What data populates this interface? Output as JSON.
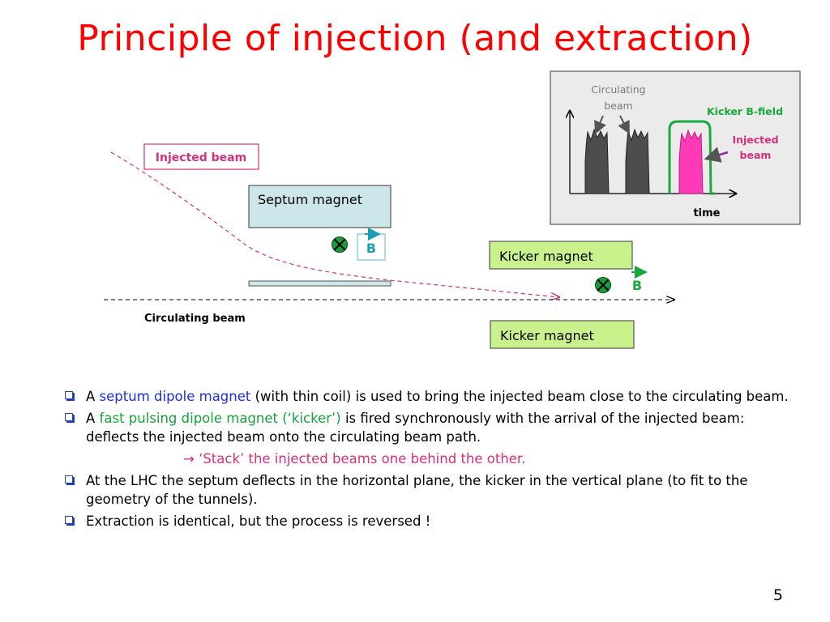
{
  "slide": {
    "title": "Principle of injection (and extraction)",
    "page_number": "5"
  },
  "diagram": {
    "injected_beam_label": "Injected beam",
    "septum_label": "Septum magnet",
    "b_label_septum": "B",
    "kicker_top_label": "Kicker magnet",
    "kicker_bottom_label": "Kicker magnet",
    "b_label_kicker": "B",
    "circulating_beam_label": "Circulating beam"
  },
  "inset": {
    "circulating_beam": "Circulating beam",
    "circulating_line1": "Circulating",
    "circulating_line2": "beam",
    "kicker_field": "Kicker B-field",
    "injected_line1": "Injected",
    "injected_line2": "beam",
    "time_label": "time"
  },
  "bullets": {
    "b1_a": "A ",
    "b1_b": "septum dipole  magnet",
    "b1_c": " (with thin coil) is used to bring the injected beam close to the circulating beam.",
    "b2_a": "A ",
    "b2_b": "fast pulsing dipole magnet (‘kicker’)",
    "b2_c": " is fired synchronously with the arrival of the injected beam: deflects the injected beam onto the circulating beam path.",
    "sub": "→ ‘Stack’ the injected beams one behind the other.",
    "b3": "At the LHC the septum deflects in the horizontal plane, the kicker in the vertical plane (to fit to the geometry of the tunnels).",
    "b4": "Extraction is identical, but the process is reversed !"
  },
  "colors": {
    "title": "#ff0000",
    "septum_fill": "#cde6ea",
    "kicker_fill": "#c9f28d",
    "injected_path": "#d4317c",
    "blue_text": "#1a2ee6",
    "green_text": "#17a33a",
    "bullet_marker": "#1f3fbf"
  }
}
